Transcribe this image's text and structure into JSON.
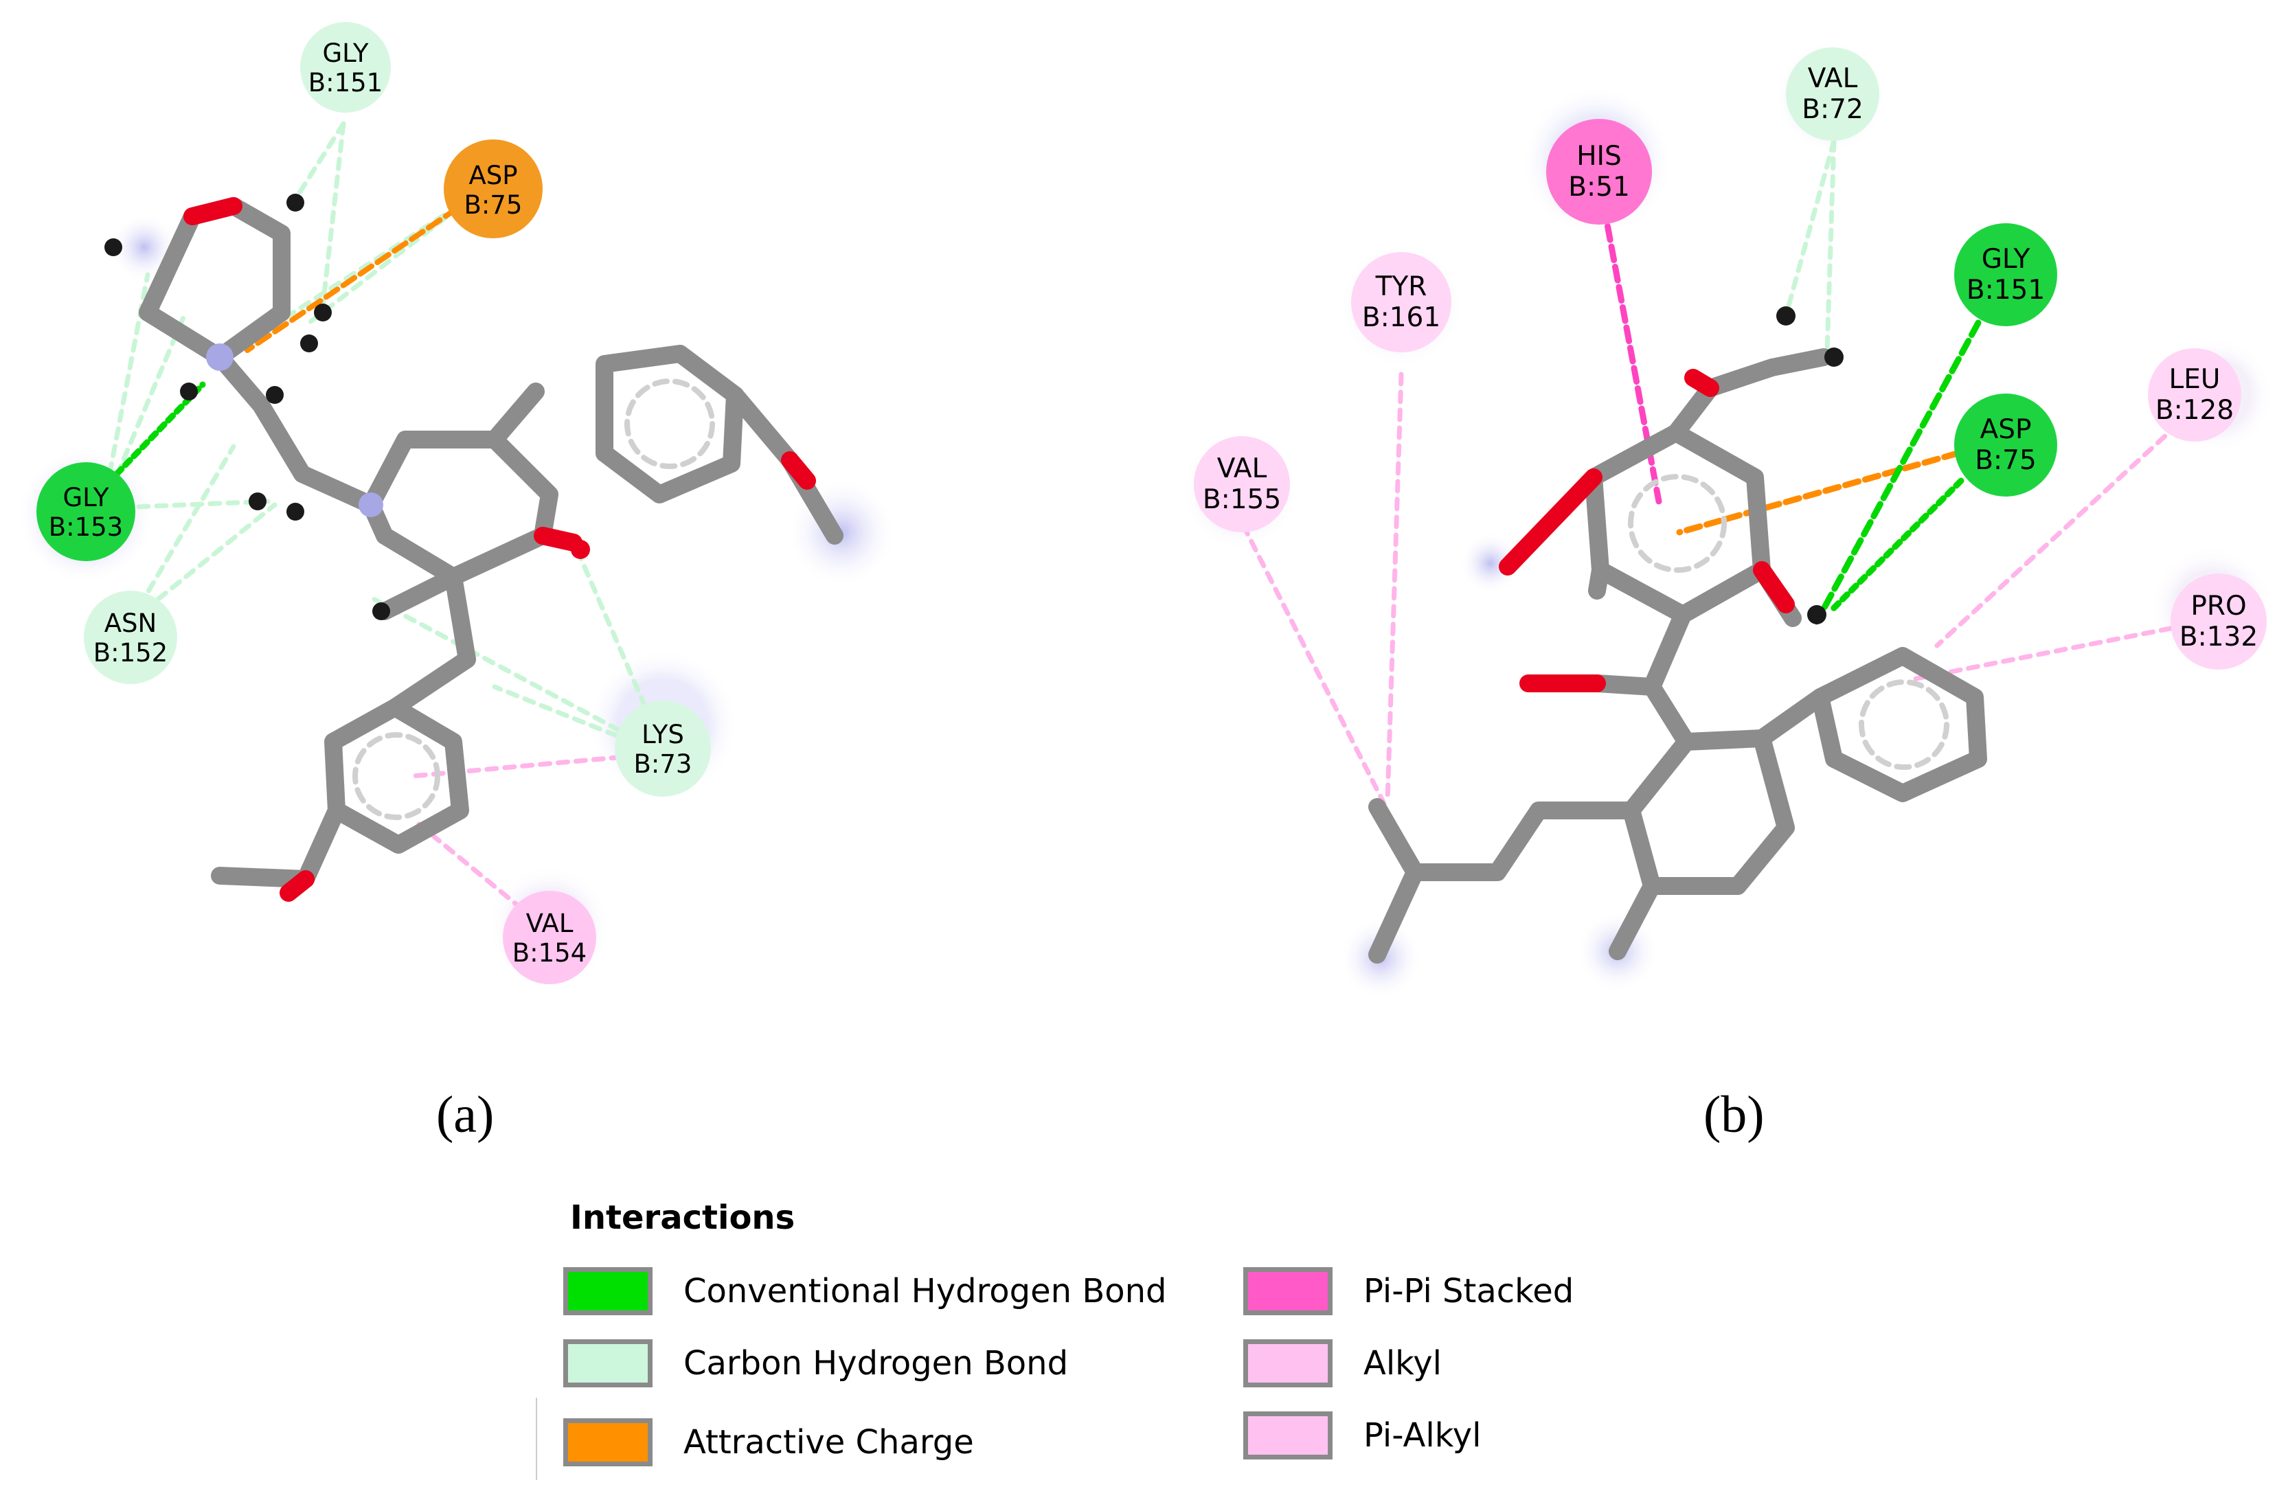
{
  "panel_a": {
    "label": "(a)",
    "residues": [
      {
        "name": "GLY",
        "id": "B:151",
        "type": "carbon-h"
      },
      {
        "name": "ASP",
        "id": "B:75",
        "type": "charge"
      },
      {
        "name": "GLY",
        "id": "B:153",
        "type": "hbond"
      },
      {
        "name": "ASN",
        "id": "B:152",
        "type": "carbon-h"
      },
      {
        "name": "LYS",
        "id": "B:73",
        "type": "carbon-h"
      },
      {
        "name": "VAL",
        "id": "B:154",
        "type": "alkyl"
      }
    ]
  },
  "panel_b": {
    "label": "(b)",
    "residues": [
      {
        "name": "VAL",
        "id": "B:72",
        "type": "carbon-h"
      },
      {
        "name": "HIS",
        "id": "B:51",
        "type": "pi-pi"
      },
      {
        "name": "TYR",
        "id": "B:161",
        "type": "alkyl"
      },
      {
        "name": "GLY",
        "id": "B:151",
        "type": "hbond"
      },
      {
        "name": "ASP",
        "id": "B:75",
        "type": "hbond"
      },
      {
        "name": "LEU",
        "id": "B:128",
        "type": "alkyl"
      },
      {
        "name": "VAL",
        "id": "B:155",
        "type": "alkyl"
      },
      {
        "name": "PRO",
        "id": "B:132",
        "type": "alkyl"
      }
    ]
  },
  "legend": {
    "title": "Interactions",
    "items": [
      {
        "label": "Conventional Hydrogen Bond",
        "color": "#00e000"
      },
      {
        "label": "Carbon Hydrogen Bond",
        "color": "#cdf7dc"
      },
      {
        "label": "Attractive Charge",
        "color": "#ff9100"
      },
      {
        "label": "Pi-Pi Stacked",
        "color": "#ff5ac8"
      },
      {
        "label": "Alkyl",
        "color": "#ffc2f0"
      },
      {
        "label": "Pi-Alkyl",
        "color": "#ffc2f0"
      }
    ]
  },
  "colors": {
    "bond": "#8c8c8c",
    "oxygen": "#e8001c",
    "nitrogen": "#a7a7e6",
    "hydrogen": "#ffffff",
    "hydrogen_tip": "#1a1a1a",
    "hbond_line": "#00d800",
    "carbon_h_line": "#b8f0c8",
    "charge_line": "#ff8c00",
    "pi_pi_line": "#ff44c0",
    "alkyl_line": "#ffb4ea"
  }
}
